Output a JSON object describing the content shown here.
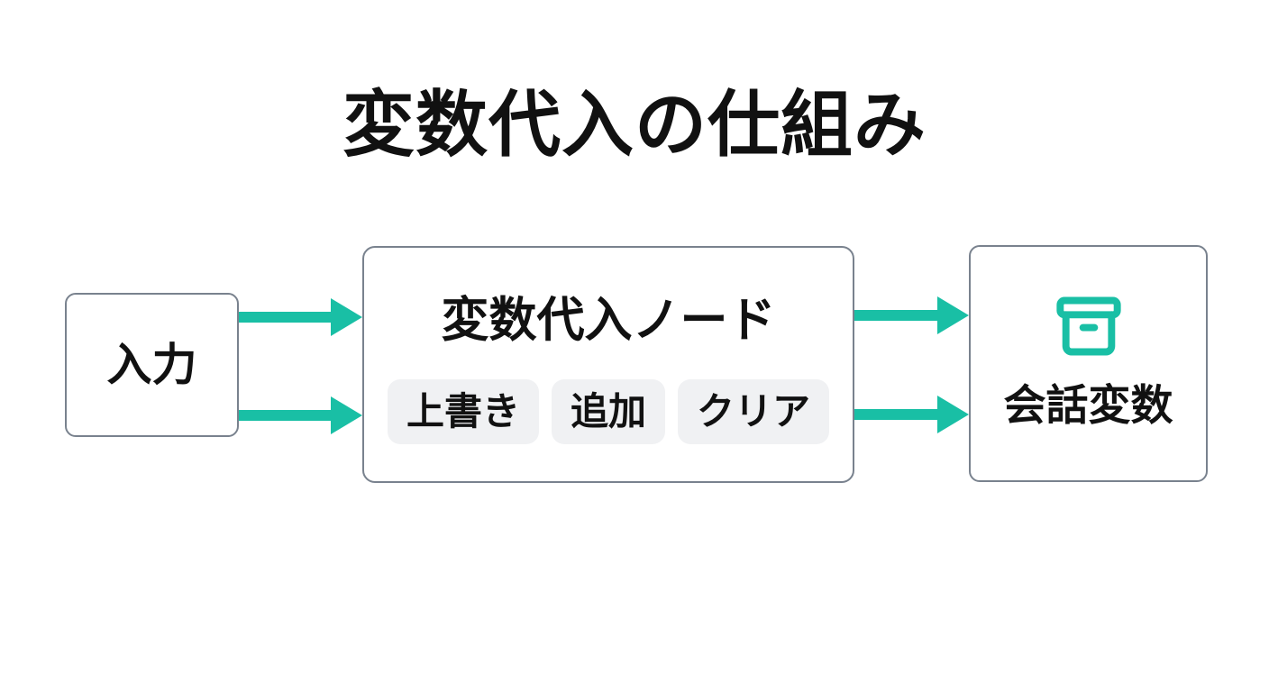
{
  "title": "変数代入の仕組み",
  "colors": {
    "background": "#ffffff",
    "text": "#111111",
    "accent": "#19bfa5",
    "border": "#79828e",
    "tag_bg": "#f0f1f3"
  },
  "nodes": {
    "input": {
      "label": "入力"
    },
    "assigner": {
      "label": "変数代入ノード",
      "operations": [
        "上書き",
        "追加",
        "クリア"
      ]
    },
    "conversation": {
      "label": "会話変数",
      "icon": "archive-box-icon"
    }
  }
}
